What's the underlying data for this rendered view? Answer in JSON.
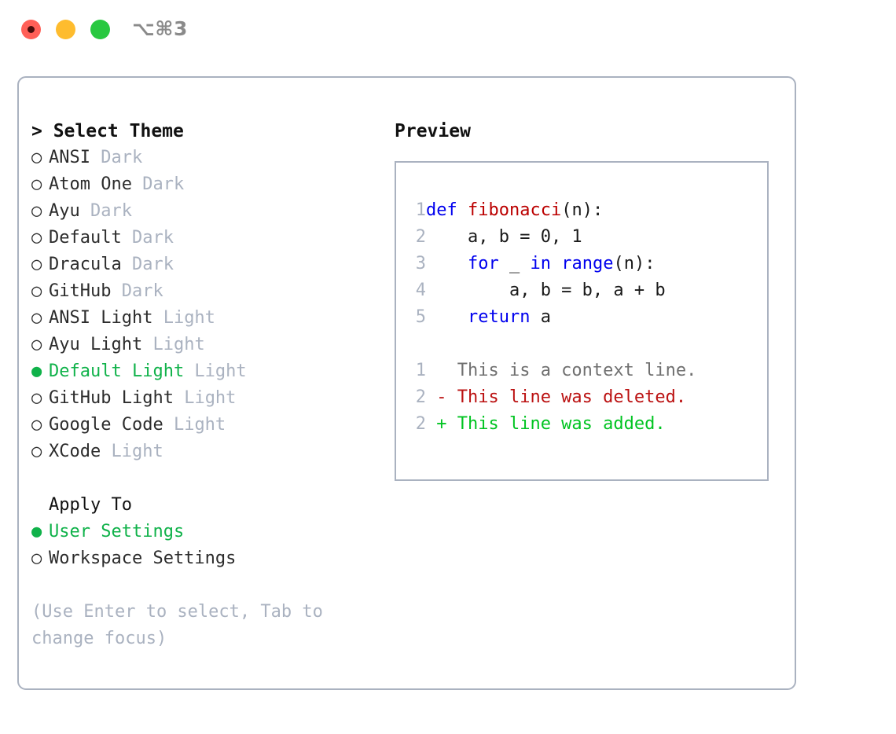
{
  "titlebar": {
    "shortcut": "⌥⌘3",
    "dots": [
      {
        "name": "close",
        "color": "#ff5f57"
      },
      {
        "name": "minimize",
        "color": "#febc2e"
      },
      {
        "name": "maximize",
        "color": "#28c840"
      }
    ]
  },
  "theme_picker": {
    "heading": "> Select Theme",
    "selected_marker": "●",
    "unselected_marker": "○",
    "options": [
      {
        "label": "ANSI",
        "tag": "Dark",
        "selected": false
      },
      {
        "label": "Atom One",
        "tag": "Dark",
        "selected": false
      },
      {
        "label": "Ayu",
        "tag": "Dark",
        "selected": false
      },
      {
        "label": "Default",
        "tag": "Dark",
        "selected": false
      },
      {
        "label": "Dracula",
        "tag": "Dark",
        "selected": false
      },
      {
        "label": "GitHub",
        "tag": "Dark",
        "selected": false
      },
      {
        "label": "ANSI Light",
        "tag": "Light",
        "selected": false
      },
      {
        "label": "Ayu Light",
        "tag": "Light",
        "selected": false
      },
      {
        "label": "Default Light",
        "tag": "Light",
        "selected": true
      },
      {
        "label": "GitHub Light",
        "tag": "Light",
        "selected": false
      },
      {
        "label": "Google Code",
        "tag": "Light",
        "selected": false
      },
      {
        "label": "XCode",
        "tag": "Light",
        "selected": false
      }
    ]
  },
  "apply_to": {
    "heading": "Apply To",
    "options": [
      {
        "label": "User Settings",
        "selected": true
      },
      {
        "label": "Workspace Settings",
        "selected": false
      }
    ]
  },
  "hint": "(Use Enter to select, Tab to change focus)",
  "preview": {
    "title": "Preview",
    "code_lines": [
      {
        "lineno": "1",
        "tokens": [
          {
            "text": "def ",
            "kind": "kw"
          },
          {
            "text": "fibonacci",
            "kind": "fn"
          },
          {
            "text": "(n):",
            "kind": "plain"
          }
        ]
      },
      {
        "lineno": "2",
        "tokens": [
          {
            "text": "    a, b = 0, 1",
            "kind": "plain"
          }
        ]
      },
      {
        "lineno": "3",
        "tokens": [
          {
            "text": "    ",
            "kind": "plain"
          },
          {
            "text": "for",
            "kind": "kw"
          },
          {
            "text": " _ ",
            "kind": "plain"
          },
          {
            "text": "in",
            "kind": "kw"
          },
          {
            "text": " ",
            "kind": "plain"
          },
          {
            "text": "range",
            "kind": "kw"
          },
          {
            "text": "(n):",
            "kind": "plain"
          }
        ]
      },
      {
        "lineno": "4",
        "tokens": [
          {
            "text": "        a, b = b, a + b",
            "kind": "plain"
          }
        ]
      },
      {
        "lineno": "5",
        "tokens": [
          {
            "text": "    ",
            "kind": "plain"
          },
          {
            "text": "return",
            "kind": "kw"
          },
          {
            "text": " a",
            "kind": "plain"
          }
        ]
      }
    ],
    "diff_lines": [
      {
        "lineno": "1",
        "tokens": [
          {
            "text": "   This is a context line.",
            "kind": "ctx"
          }
        ]
      },
      {
        "lineno": "2",
        "tokens": [
          {
            "text": " - This line was deleted.",
            "kind": "del"
          }
        ]
      },
      {
        "lineno": "2",
        "tokens": [
          {
            "text": " + This line was added.",
            "kind": "add"
          }
        ]
      }
    ]
  },
  "colors": {
    "accent_green": "#10b24a",
    "muted_gray": "#aab2c0",
    "keyword_blue": "#0000ee",
    "function_red": "#bb0000",
    "diff_deleted": "#bb1111",
    "diff_added": "#00c421",
    "border": "#aab2c0"
  }
}
